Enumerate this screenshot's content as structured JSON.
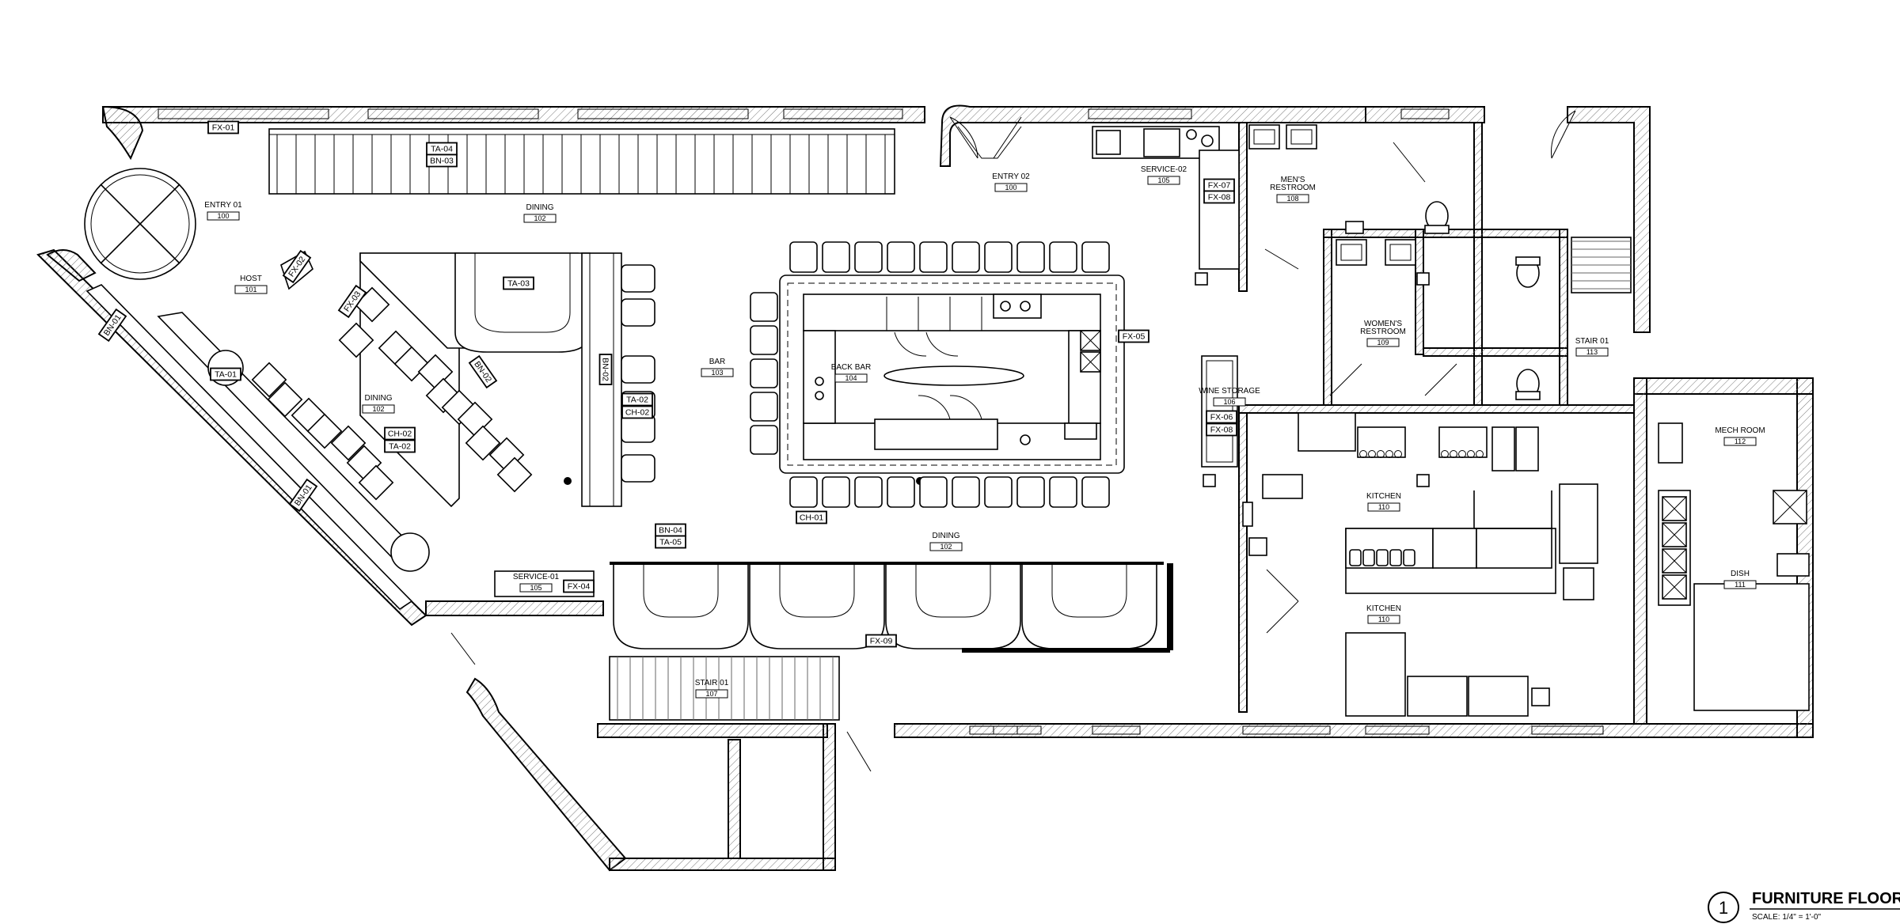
{
  "drawing": {
    "title": "FURNITURE FLOOR I",
    "scale": "SCALE: 1/4\" = 1'-0\"",
    "sheet_number": "1"
  },
  "rooms": [
    {
      "name": "ENTRY 01",
      "number": "100"
    },
    {
      "name": "DINING",
      "number": "102"
    },
    {
      "name": "HOST",
      "number": "101"
    },
    {
      "name": "DINING",
      "number": "102"
    },
    {
      "name": "BAR",
      "number": "103"
    },
    {
      "name": "BACK BAR",
      "number": "104"
    },
    {
      "name": "ENTRY 02",
      "number": "100"
    },
    {
      "name": "SERVICE-02",
      "number": "105"
    },
    {
      "name": "MEN'S RESTROOM",
      "number": "108"
    },
    {
      "name": "WOMEN'S RESTROOM",
      "number": "109"
    },
    {
      "name": "STAIR 01",
      "number": "113"
    },
    {
      "name": "WINE STORAGE",
      "number": "106"
    },
    {
      "name": "MECH ROOM",
      "number": "112"
    },
    {
      "name": "KITCHEN",
      "number": "110"
    },
    {
      "name": "KITCHEN",
      "number": "110"
    },
    {
      "name": "DISH",
      "number": "111"
    },
    {
      "name": "DINING",
      "number": "102"
    },
    {
      "name": "SERVICE-01",
      "number": "105"
    },
    {
      "name": "STAIR 01",
      "number": "107"
    }
  ],
  "tags": [
    "FX-01",
    "TA-04",
    "BN-03",
    "TA-03",
    "FX-03",
    "FX-02",
    "BN-01",
    "TA-01",
    "BN-02",
    "BN-02",
    "TA-02",
    "CH-02",
    "CH-02",
    "TA-02",
    "BN-01",
    "FX-05",
    "CH-01",
    "BN-04",
    "TA-05",
    "FX-04",
    "FX-09",
    "FX-07",
    "FX-08",
    "FX-06",
    "FX-08"
  ]
}
